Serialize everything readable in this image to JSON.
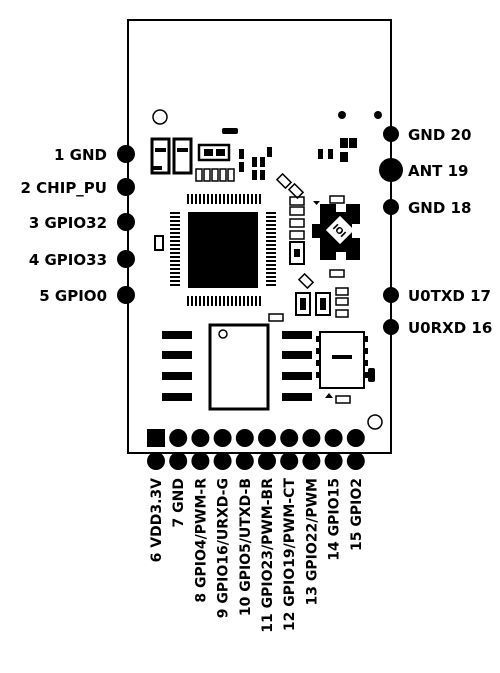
{
  "module": {
    "left_pins": [
      {
        "number": "1",
        "name": "GND"
      },
      {
        "number": "2",
        "name": "CHIP_PU"
      },
      {
        "number": "3",
        "name": "GPIO32"
      },
      {
        "number": "4",
        "name": "GPIO33"
      },
      {
        "number": "5",
        "name": "GPIO0"
      }
    ],
    "right_pins": [
      {
        "number": "20",
        "name": "GND"
      },
      {
        "number": "19",
        "name": "ANT"
      },
      {
        "number": "18",
        "name": "GND"
      },
      {
        "number": "17",
        "name": "U0TXD"
      },
      {
        "number": "16",
        "name": "U0RXD"
      }
    ],
    "bottom_pins": [
      {
        "number": "6",
        "name": "VDD3.3V"
      },
      {
        "number": "7",
        "name": "GND"
      },
      {
        "number": "8",
        "name": "GPIO4/PWM-R"
      },
      {
        "number": "9",
        "name": "GPIO16/URXD-G"
      },
      {
        "number": "10",
        "name": "GPIO5/UTXD-B"
      },
      {
        "number": "11",
        "name": "GPIO23/PWM-BR"
      },
      {
        "number": "12",
        "name": "GPIO19/PWM-CT"
      },
      {
        "number": "13",
        "name": "GPIO22/PWM"
      },
      {
        "number": "14",
        "name": "GPIO15"
      },
      {
        "number": "15",
        "name": "GPIO2"
      }
    ],
    "chip_marking": "IOI"
  }
}
